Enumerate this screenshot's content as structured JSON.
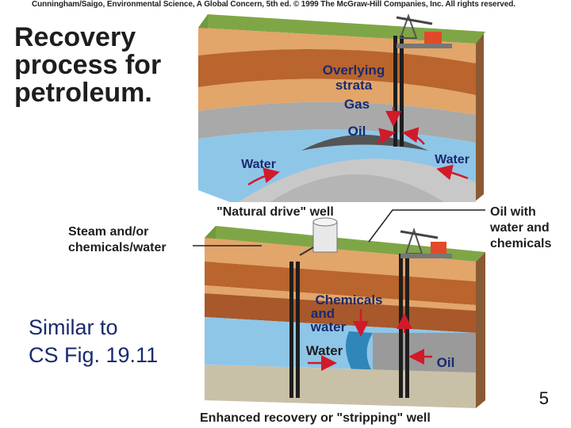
{
  "credit": "Cunningham/Saigo, Environmental Science, A Global Concern, 5th ed. © 1999 The McGraw-Hill Companies, Inc. All rights reserved.",
  "title": "Recovery\nprocess for\npetroleum.",
  "note": "Similar to\nCS Fig. 19.11",
  "page_number": "5",
  "top_diagram": {
    "labels": {
      "overlying": "Overlying",
      "strata": "strata",
      "gas": "Gas",
      "oil": "Oil",
      "water_left": "Water",
      "water_right": "Water"
    },
    "caption": "\"Natural drive\" well"
  },
  "bottom_diagram": {
    "labels": {
      "chemicals1": "Chemicals",
      "chemicals2": "and",
      "chemicals3": "water",
      "water": "Water",
      "oil": "Oil",
      "oil_with1": "Oil with",
      "oil_with2": "water and",
      "oil_with3": "chemicals",
      "steam1": "Steam and/or",
      "steam2": "chemicals/water"
    },
    "caption": "Enhanced recovery or \"stripping\" well"
  },
  "colors": {
    "grass": "#7fa646",
    "soil_light": "#e2a56a",
    "soil_dark": "#b9652d",
    "gas_gray": "#a9a9a9",
    "water_blue": "#8ec6e8",
    "water_dark": "#2f86b8",
    "arrow_red": "#d11a2a",
    "text_blue": "#1a2a6e"
  }
}
